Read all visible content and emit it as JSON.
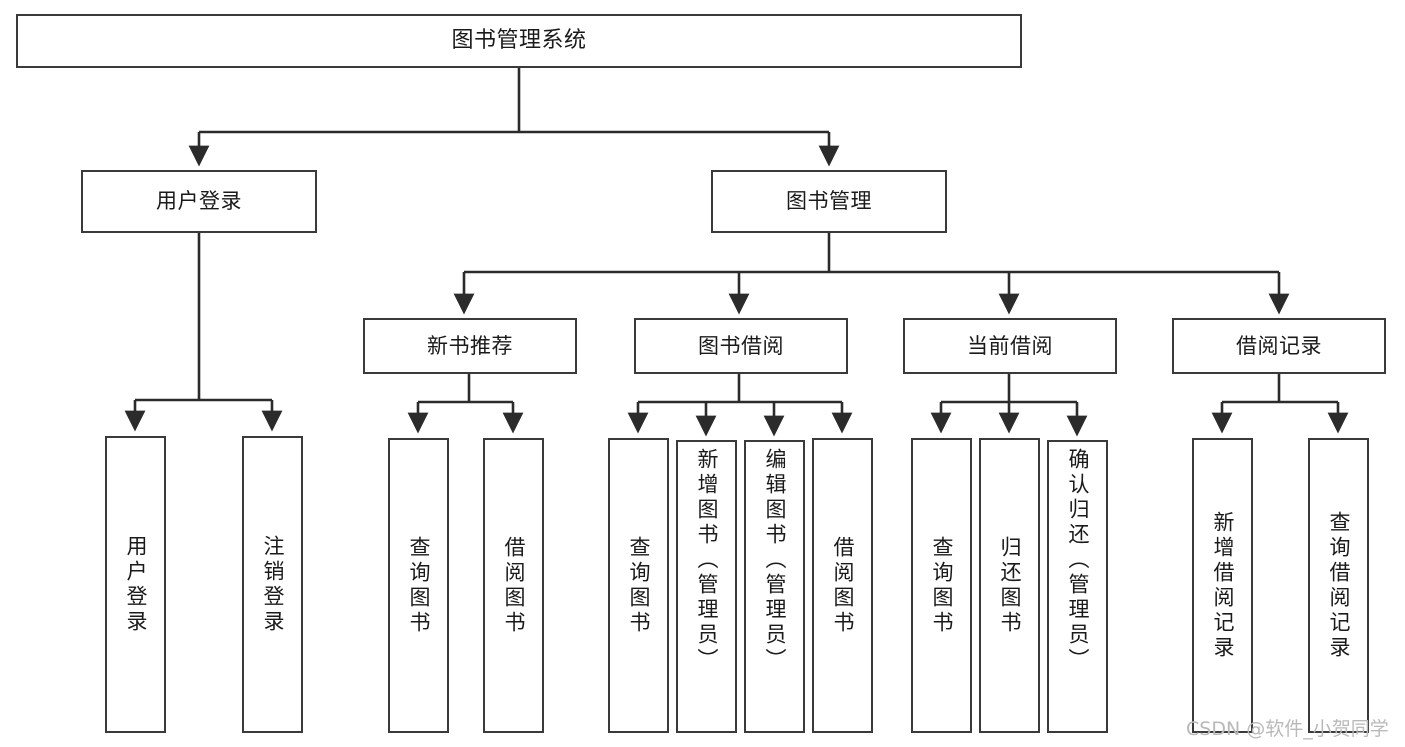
{
  "diagram": {
    "title": "图书管理系统",
    "type": "tree",
    "watermark": "CSDN @软件_小贺同学",
    "colors": {
      "box_border": "#3a3a3a",
      "box_fill": "#ffffff",
      "connector": "#2b2b2b",
      "text": "#1a1a1a",
      "watermark": "#b9b9b9"
    },
    "nodes": {
      "root": {
        "label": "图书管理系统"
      },
      "level2": [
        {
          "label": "用户登录"
        },
        {
          "label": "图书管理"
        }
      ],
      "level3": [
        {
          "label": "新书推荐"
        },
        {
          "label": "图书借阅"
        },
        {
          "label": "当前借阅"
        },
        {
          "label": "借阅记录"
        }
      ],
      "leaves": {
        "user_login": [
          {
            "label": "用户登录"
          },
          {
            "label": "注销登录"
          }
        ],
        "new_book_rec": [
          {
            "label": "查询图书"
          },
          {
            "label": "借阅图书"
          }
        ],
        "book_borrow": [
          {
            "label": "查询图书"
          },
          {
            "label": "新增图书（管理员）"
          },
          {
            "label": "编辑图书（管理员）"
          },
          {
            "label": "借阅图书"
          }
        ],
        "current_borrow": [
          {
            "label": "查询图书"
          },
          {
            "label": "归还图书"
          },
          {
            "label": "确认归还（管理员）"
          }
        ],
        "borrow_records": [
          {
            "label": "新增借阅记录"
          },
          {
            "label": "查询借阅记录"
          }
        ]
      }
    }
  }
}
